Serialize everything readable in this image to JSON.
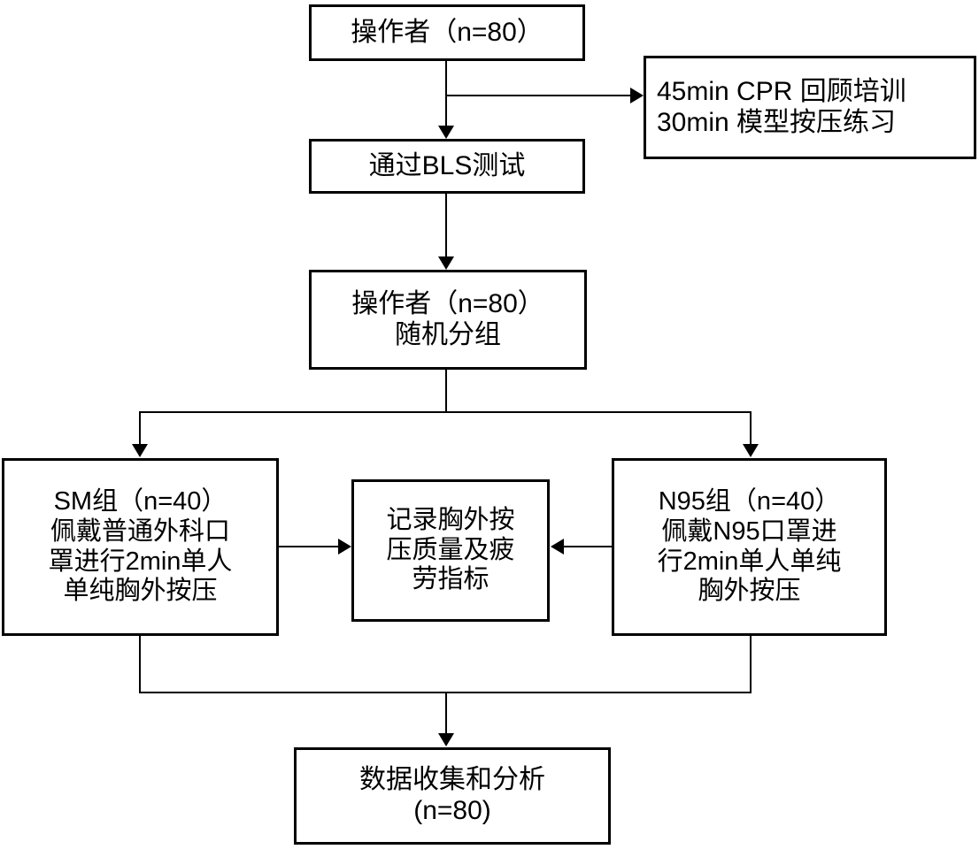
{
  "diagram": {
    "title": "CPR mask study flow diagram",
    "stroke_color": "#000000",
    "background_color": "#ffffff",
    "nodes": {
      "operators_top": {
        "lines": [
          "操作者（n=80）"
        ]
      },
      "training": {
        "lines": [
          "45min CPR 回顾培训",
          "30min 模型按压练习"
        ]
      },
      "bls_test": {
        "lines": [
          "通过BLS测试"
        ]
      },
      "randomize": {
        "lines": [
          "操作者（n=80）",
          "随机分组"
        ]
      },
      "sm_group": {
        "lines": [
          "SM组（n=40）",
          "佩戴普通外科口",
          "罩进行2min单人",
          "单纯胸外按压"
        ]
      },
      "outcome": {
        "lines": [
          "记录胸外按",
          "压质量及疲",
          "劳指标"
        ]
      },
      "n95_group": {
        "lines": [
          "N95组（n=40）",
          "佩戴N95口罩进",
          "行2min单人单纯",
          "胸外按压"
        ]
      },
      "analysis": {
        "lines": [
          "数据收集和分析",
          "(n=80)"
        ]
      }
    },
    "edges": [
      {
        "from": "operators_top",
        "to": "bls_test",
        "arrow": "down"
      },
      {
        "from": "operators_top",
        "to": "training",
        "arrow": "right"
      },
      {
        "from": "bls_test",
        "to": "randomize",
        "arrow": "down"
      },
      {
        "from": "randomize",
        "to": "sm_group",
        "arrow": "down"
      },
      {
        "from": "randomize",
        "to": "n95_group",
        "arrow": "down"
      },
      {
        "from": "sm_group",
        "to": "outcome",
        "arrow": "right"
      },
      {
        "from": "n95_group",
        "to": "outcome",
        "arrow": "left"
      },
      {
        "from": "sm_group",
        "to": "analysis",
        "arrow": "down"
      },
      {
        "from": "n95_group",
        "to": "analysis",
        "arrow": "down"
      }
    ]
  }
}
